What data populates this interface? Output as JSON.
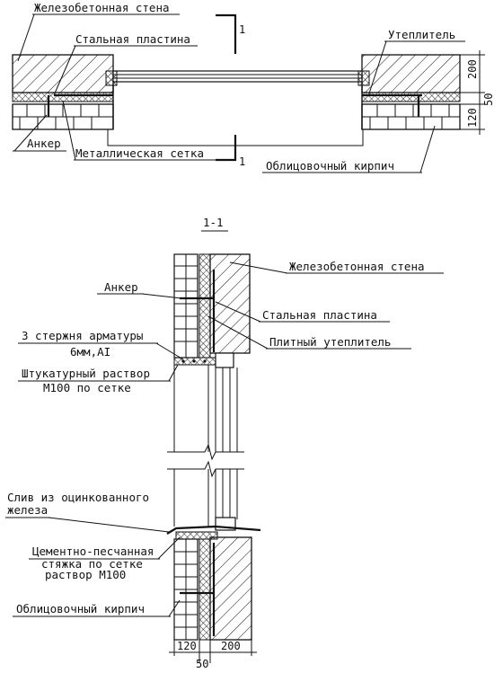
{
  "plan": {
    "labels": {
      "wall": "Железобетонная стена",
      "plate": "Стальная пластина",
      "insulation": "Утеплитель",
      "anchor": "Анкер",
      "mesh": "Металлическая сетка",
      "brick": "Облицовочный кирпич"
    },
    "section_mark": "1",
    "dims": [
      "200",
      "50",
      "120"
    ]
  },
  "section": {
    "title": "1-1",
    "labels": {
      "wall": "Железобетонная стена",
      "anchor": "Анкер",
      "plate": "Стальная пластина",
      "rebar_line1": "3 стержня арматуры",
      "rebar_line2": "6мм,AI",
      "insulation": "Плитный утеплитель",
      "plaster_line1": "Штукатурный раствор",
      "plaster_line2": "М100 по сетке",
      "drip_line1": "Слив из оцинкованного",
      "drip_line2": "железа",
      "screed_line1": "Цементно-песчанная",
      "screed_line2": "стяжка по сетке",
      "screed_line3": "раствор М100",
      "brick": "Облицовочный кирпич"
    },
    "dims": [
      "120",
      "200",
      "50"
    ]
  }
}
